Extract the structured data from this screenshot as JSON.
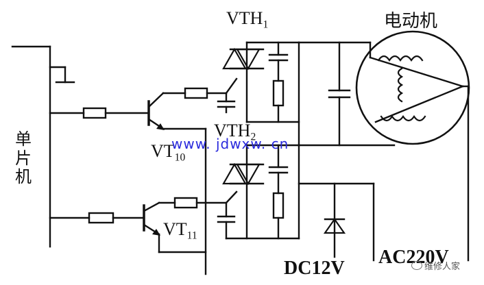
{
  "labels": {
    "mcu": "单片机",
    "motor": "电动机",
    "vth1_main": "VTH",
    "vth1_sub": "1",
    "vth2_main": "VTH",
    "vth2_sub": "2",
    "vt10_main": "VT",
    "vt10_sub": "10",
    "vt11_main": "VT",
    "vt11_sub": "11",
    "dc": "DC12V",
    "ac": "AC220V"
  },
  "watermark": {
    "site": "www. jdwxw. cn",
    "brand": "维修人家"
  },
  "colors": {
    "line": "#111111",
    "watermark": "#2a2adc"
  }
}
